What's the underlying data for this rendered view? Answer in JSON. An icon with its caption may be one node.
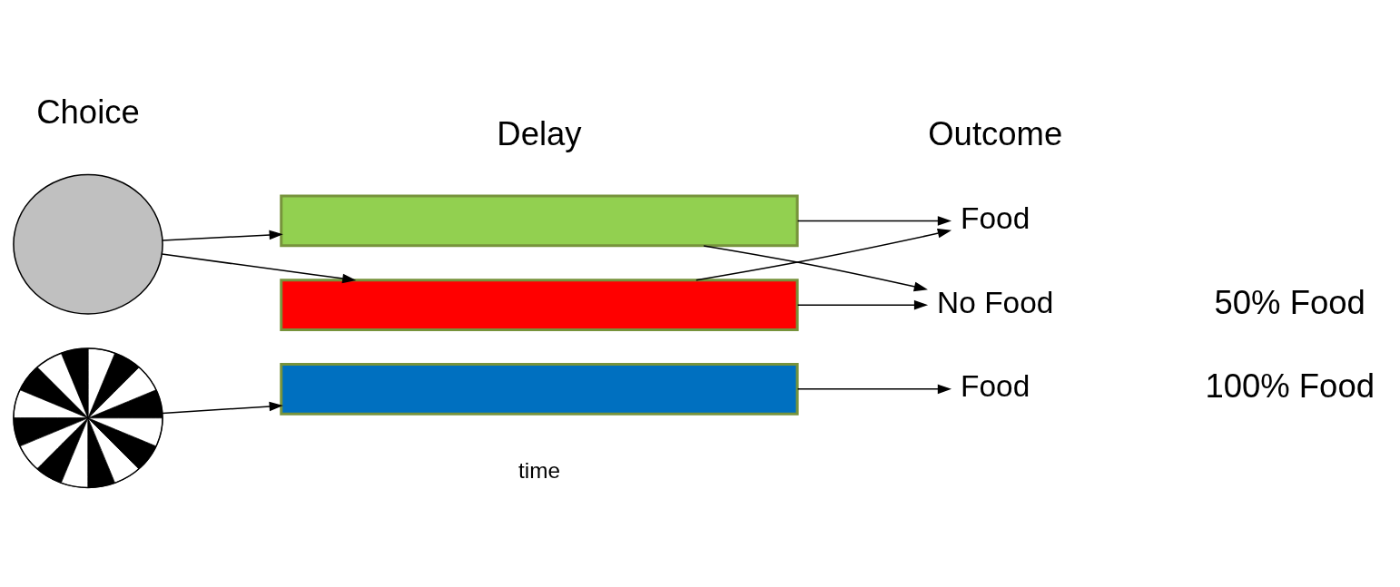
{
  "diagram": {
    "nodes": [
      {
        "text": [],
        "shape": "circle"
      },
      {
        "text": [],
        "shape": "bar"
      },
      {
        "text": [],
        "shape": "bar"
      },
      {
        "text": [
          "Food"
        ]
      },
      {
        "text": [
          "No Food"
        ]
      },
      {
        "text": [],
        "shape": "circle"
      },
      {
        "text": [],
        "shape": "bar"
      },
      {
        "text": [
          "Food"
        ]
      }
    ],
    "edges": [
      {
        "from": 0,
        "to": 1,
        "arrow": "to"
      },
      {
        "from": 0,
        "to": 2,
        "arrow": "to"
      },
      {
        "from": 1,
        "to": 3,
        "arrow": "to"
      },
      {
        "from": 1,
        "to": 4,
        "arrow": "to"
      },
      {
        "from": 2,
        "to": 3,
        "arrow": "to"
      },
      {
        "from": 2,
        "to": 4,
        "arrow": "to"
      },
      {
        "from": 5,
        "to": 6,
        "arrow": "to"
      },
      {
        "from": 6,
        "to": 7,
        "arrow": "to"
      }
    ],
    "labels": [
      "Choice",
      "Delay",
      "Outcome",
      "50% Food",
      "100% Food",
      "time"
    ]
  }
}
